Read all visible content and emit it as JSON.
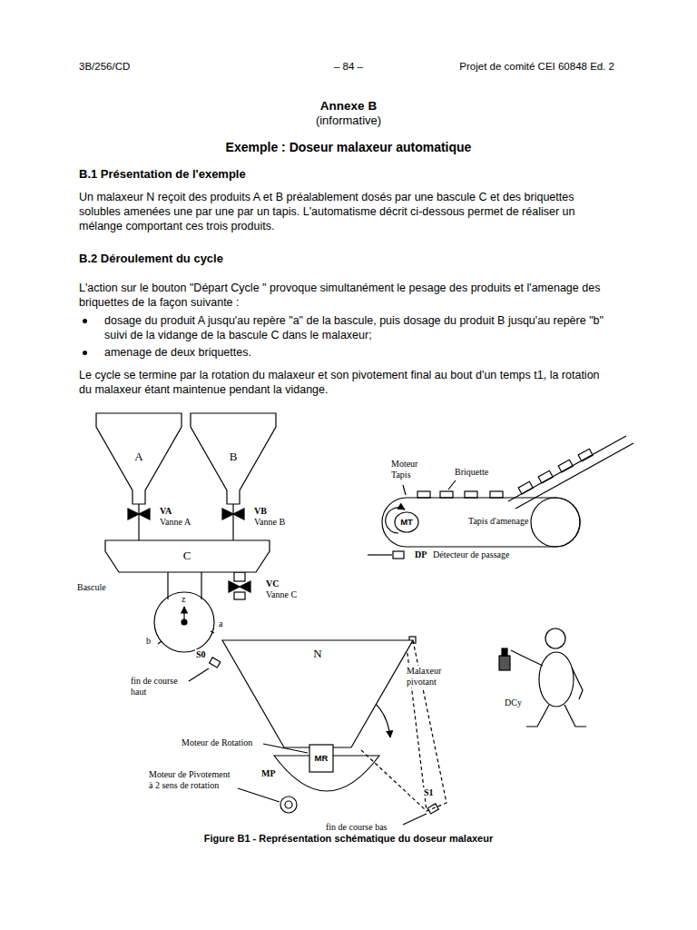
{
  "diagram": {
    "title": "Annexe B",
    "caption": "Figure B1 - Représentation schématique du doseur malaxeur",
    "nodes": [
      {
        "text": [
          "A"
        ]
      },
      {
        "text": [
          "B"
        ]
      },
      {
        "text": [
          "C"
        ]
      },
      {
        "text": [
          "N"
        ]
      },
      {
        "text": [
          "MR"
        ]
      },
      {
        "text": [
          "MT"
        ]
      }
    ],
    "edges": [
      {
        "from": 0,
        "to": 2,
        "arrow": "none"
      },
      {
        "from": 1,
        "to": 2,
        "arrow": "none"
      }
    ],
    "labels": [
      "3B/256/CD",
      "– 84 –",
      "Projet de comité CEI 60848 Ed. 2",
      "(informative)",
      "Exemple : Doseur malaxeur automatique",
      "B.1 Présentation de l'exemple",
      "Un malaxeur N reçoit des produits A et B préalablement dosés par une bascule C et des briquettes solubles amenées une par une par un tapis. L'automatisme décrit ci-dessous permet de réaliser un mélange comportant ces trois produits.",
      "B.2 Déroulement du cycle",
      "L'action sur le bouton \"Départ Cycle \" provoque simultanément le pesage des produits et l'amenage des briquettes de la façon suivante :",
      "dosage du produit A jusqu'au repère \"a\" de la bascule, puis dosage du produit B jusqu'au repère \"b\" suivi de la vidange de la bascule C dans le malaxeur;",
      "amenage de deux briquettes.",
      "Le cycle se termine par la rotation du malaxeur et son pivotement final au bout d'un temps t1, la rotation du malaxeur étant maintenue pendant la vidange.",
      "VA",
      "Vanne A",
      "VB",
      "Vanne B",
      "Bascule",
      "VC",
      "Vanne C",
      "z",
      "a",
      "b",
      "S0",
      "fin de course haut",
      "Malaxeur pivotant",
      "Moteur de Rotation",
      "Moteur de Pivotement à 2 sens de rotation",
      "MP",
      "S1",
      "fin de course bas",
      "Moteur Tapis",
      "Briquette",
      "Tapis d'amenage",
      "DP",
      "Détecteur de passage",
      "DCy"
    ]
  }
}
